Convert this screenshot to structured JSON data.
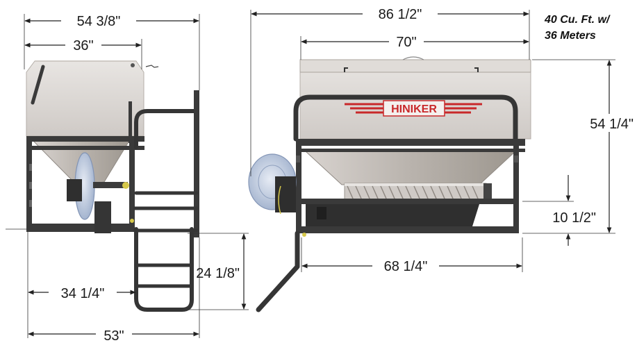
{
  "capacity_note": {
    "line1": "40 Cu. Ft. w/",
    "line2": "36 Meters"
  },
  "side_view": {
    "dims": {
      "overall_width": "54 3/8\"",
      "hopper_width": "36\"",
      "width_to_step": "34 1/4\"",
      "bottom_width": "53\"",
      "step_height": "24 1/8\""
    }
  },
  "rear_view": {
    "brand": "HINIKER",
    "dims": {
      "overall_width": "86 1/2\"",
      "hopper_width": "70\"",
      "frame_width": "68 1/4\"",
      "height": "54 1/4\"",
      "conveyor_height": "10 1/2\""
    }
  },
  "colors": {
    "hopper": "#dcd8d4",
    "frame": "#3a3a3a",
    "brand_red": "#c8282a",
    "spinner": "#b9c6dc"
  }
}
